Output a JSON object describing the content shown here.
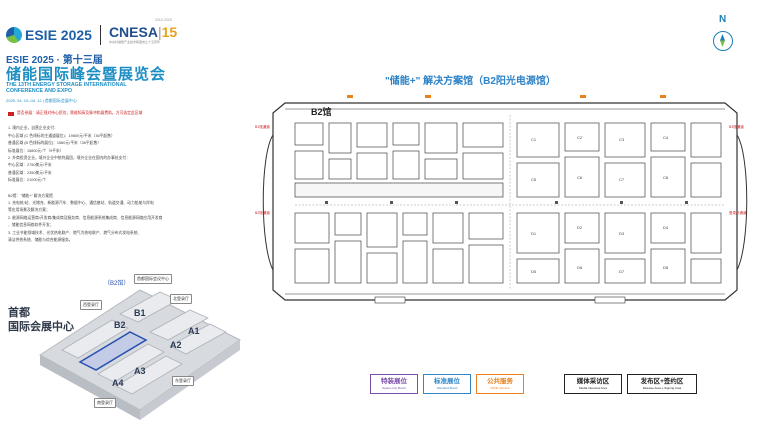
{
  "header": {
    "esie_logo": "ESIE 2025",
    "cnesa_logo": "CNESA",
    "cnesa_number": "15",
    "cnesa_top": "2010-2025",
    "cnesa_subtitle": "中关村储能产业技术联盟成立十五周年",
    "edition": "ESIE 2025 · 第十三届",
    "title_cn": "储能国际峰会暨展览会",
    "title_en_1": "THE 13TH ENERGY STORAGE INTERNATIONAL",
    "title_en_2": "CONFERENCE AND EXPO",
    "date_venue": "2025. 04. 10–04. 12 | 首都国际会展中心"
  },
  "info": {
    "notice": "是否参展：请正规对待心愿别，需维知高及脉冲和展费助。方可选定此区域",
    "lines": [
      "1. 境内企业，自营企业支付：",
      "中心区域 (C 色线标的主通道展位)：19800元/平米（36平起售）",
      "普通区域 (B 色线标的展位)：1580元/平米（36平起售）",
      "标准展位：15800元/个（9平米）",
      "2. 外商投资企业，境外企业中统符展团，境外企业在国内的办事处支付：",
      "中心区域：2750美元/平米",
      "普通区域：2350美元/平米",
      "标准展位：21000元/个"
    ],
    "b2_heading": "B2馆：\"储能+\" 解决方案馆",
    "b2_lines": [
      "1. 充电桩/站、光储充、新能源汽车、数据中心、通信基站、轨道交通、动力船舶与岸电",
      "   等应用场景及解决方案；",
      "2. 能源网络运营商/开发商/集成商及服务商、信息能源系统集成商、信息能源网络应用开发商",
      "   、储能信息网络软件开发；",
      "3. 工业节能领域技术、光伏热电联产、燃气冷热电联产、燃气分布式发电系统、",
      "   清洁供热系统、储能与综合能源服务。"
    ]
  },
  "venue": {
    "name_line1": "首都",
    "name_line2": "国际会展中心",
    "b2_hall_tag": "（B2馆）",
    "tag_conference": "首都国际会议中心",
    "tag_west": "西登录厅",
    "tag_north": "北登录厅",
    "tag_east": "东登录厅",
    "tag_south": "南登录厅",
    "halls": [
      "B1",
      "B2",
      "A1",
      "A2",
      "A3",
      "A4"
    ]
  },
  "map": {
    "title": "\"储能+\" 解决方案馆（B2阳光电源馆）",
    "hall_label": "B2馆",
    "compass": "N",
    "side_tags": [
      "B1馆通道",
      "B2馆通道",
      "B3馆通道",
      "登录厅通道"
    ],
    "booths": [
      "C1",
      "C2",
      "C3",
      "C4",
      "C5",
      "C6",
      "C7",
      "C8",
      "D1",
      "D2",
      "D3",
      "D4",
      "D5",
      "D6",
      "D7",
      "D8"
    ]
  },
  "legend": [
    {
      "label": "特装展位",
      "en": "Space-only Booth",
      "color": "#7b4fa8",
      "bg": "#ffffff"
    },
    {
      "label": "标准展位",
      "en": "Standard Booth",
      "color": "#2f86c8",
      "bg": "#ffffff"
    },
    {
      "label": "公共服务",
      "en": "Public Service",
      "color": "#e8811b",
      "bg": "#ffffff"
    },
    {
      "label": "媒体采访区",
      "en": "Media Interview Area",
      "color": "#222222",
      "bg": "#ffffff"
    },
    {
      "label": "发布区+签约区",
      "en": "Release Area + Signing Area",
      "color": "#222222",
      "bg": "#ffffff"
    }
  ]
}
